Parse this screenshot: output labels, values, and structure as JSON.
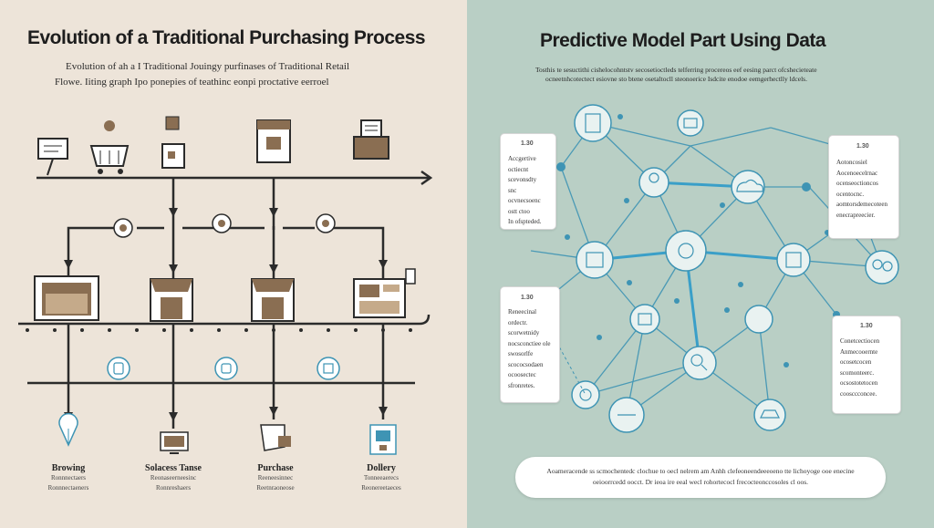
{
  "left": {
    "title": "Evolution of a Traditional Purchasing Process",
    "subtitle_line1": "Evolution of ah a I Traditional Jouingy purfinases of Traditional Retail",
    "subtitle_line2": "Flowe. Iiting graph Ipo ponepies of teathinc eonpi proctative eerroel",
    "stages": [
      {
        "label": "Browing",
        "desc": "Ronnnectaers\nRonnnectaeners"
      },
      {
        "label": "Solacess Tanse",
        "desc": "Reonaseerneesinc\nRonnreshaers"
      },
      {
        "label": "Purchase",
        "desc": "Reeneesinnec\nReetnraoneose"
      },
      {
        "label": "Dollery",
        "desc": "Tonneeaerecs\nReonereetaeces"
      }
    ],
    "colors": {
      "bg": "#ede4d9",
      "line": "#2b2b2b",
      "brown": "#8a6e52"
    }
  },
  "right": {
    "title": "Predictive Model Part Using Data",
    "subtitle_line1": "Tosthis te sesuctithi cishelocohntstv secosetioctleds telferring procereos eef eesing parct ofcshecieteate",
    "subtitle_line2": "ocneetnhcotectect esiovne sto btene osetaltocll steonoerice Isdcite enodoe eemgerhectlly ldcels.",
    "cards": [
      {
        "header": "1.30",
        "text": "Accgertive\noctiecnt\nscevonsdty\nsnc\nocvnecsoenc\nostt ctoo\nIn ofspteded."
      },
      {
        "header": "1.30",
        "text": "Aotoncosiel\nAocenoecelrnac\nocenseoctioncos\nocentocnc.\naomtorsdemecoteen\nenecrapreecier."
      },
      {
        "header": "1.30",
        "text": "Reneecinal\nordectr.\nscorwetnidy\nnocsconctiee ole\nswosorlfe\nscococsodaen\nocoosectec\nsfronretes."
      },
      {
        "header": "1.30",
        "text": "Conetcectiocen\nAnmecooernte\nocosetcocen\nscomonteerc.\nocsostotetocen\ncoosccconcee."
      }
    ],
    "footer_line1": "Aoameracende ss scmochentedc clochue to oecl nelrem am Anhh clefeoneendeeeoeno tte lichoyoge ooe enecine",
    "footer_line2": "oeioorrcedd oocct.     Dr ieoa ire eeal wecl rohortecocl frecocteonccosoles cl oos.",
    "colors": {
      "bg": "#b9cfc5",
      "line": "#3e94b4",
      "node": "#e9f2f1"
    },
    "node_icons": [
      "document-icon",
      "monitor-icon",
      "person-icon",
      "chart-icon",
      "gear-icon",
      "cloud-icon",
      "network-icon",
      "search-icon",
      "puzzle-icon",
      "car-icon",
      "robot-icon",
      "scale-icon"
    ]
  }
}
